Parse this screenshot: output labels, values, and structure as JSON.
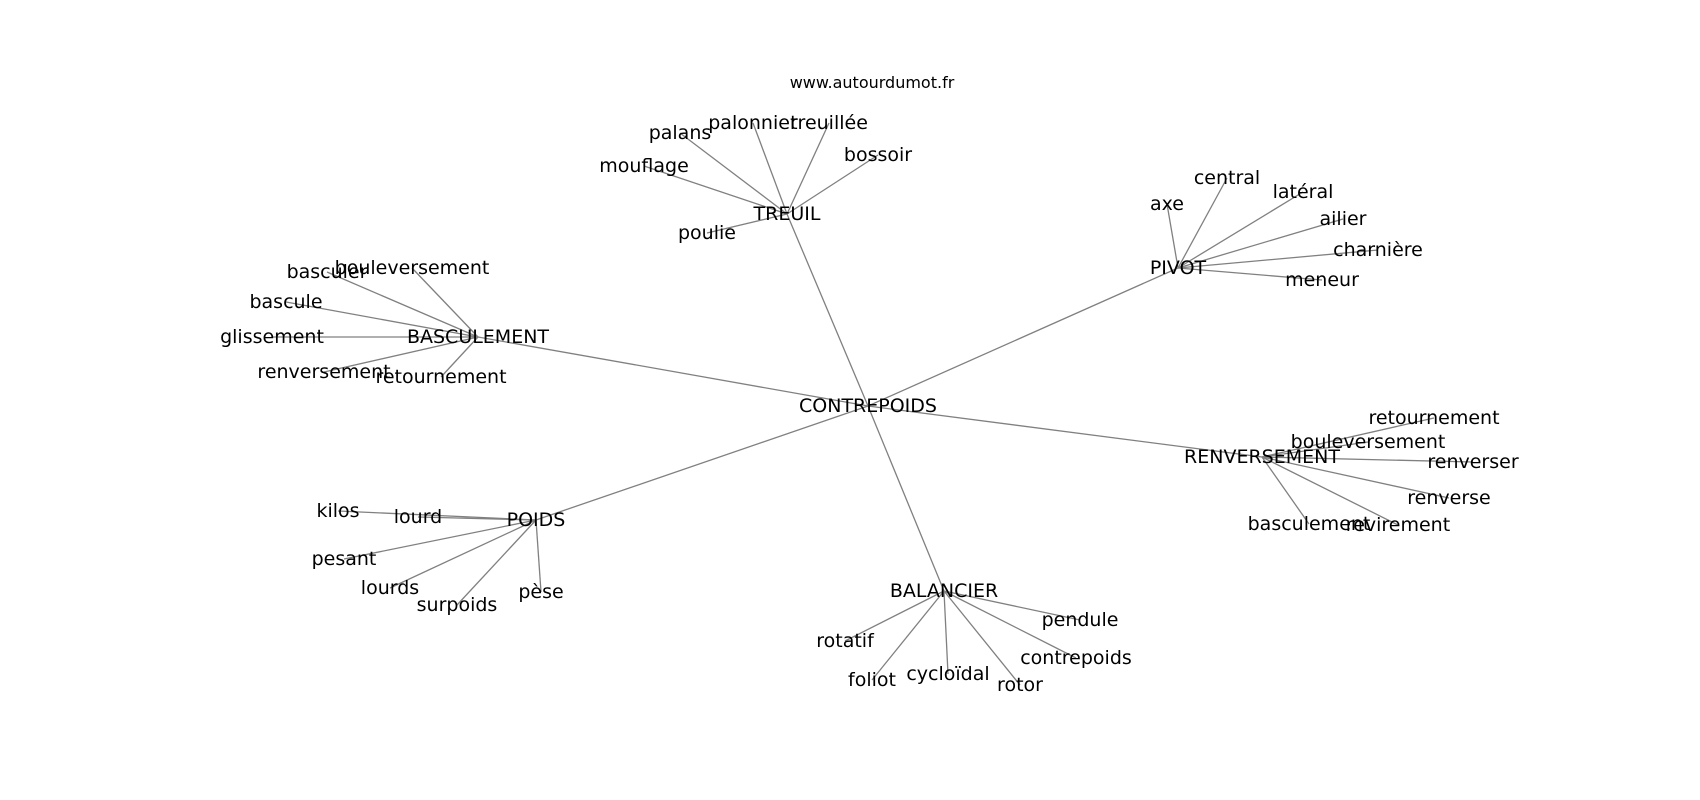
{
  "site": "www.autourdumot.fr",
  "graph": {
    "center": "CONTREPOIDS",
    "hubs": [
      {
        "label": "TREUIL",
        "words": [
          "palonnier",
          "treuillée",
          "palans",
          "bossoir",
          "mouflage",
          "poulie"
        ]
      },
      {
        "label": "PIVOT",
        "words": [
          "central",
          "latéral",
          "axe",
          "ailier",
          "charnière",
          "meneur"
        ]
      },
      {
        "label": "BASCULEMENT",
        "words": [
          "bouleversement",
          "basculer",
          "bascule",
          "glissement",
          "renversement",
          "retournement"
        ]
      },
      {
        "label": "RENVERSEMENT",
        "words": [
          "retournement",
          "bouleversement",
          "renverser",
          "renverse",
          "basculement",
          "revirement"
        ]
      },
      {
        "label": "POIDS",
        "words": [
          "kilos",
          "lourd",
          "pesant",
          "lourds",
          "surpoids",
          "pèse"
        ]
      },
      {
        "label": "BALANCIER",
        "words": [
          "pendule",
          "rotatif",
          "contrepoids",
          "foliot",
          "cycloïdal",
          "rotor"
        ]
      }
    ]
  },
  "colors": {
    "edge": "#808080",
    "text": "#000000",
    "background": "#ffffff"
  }
}
